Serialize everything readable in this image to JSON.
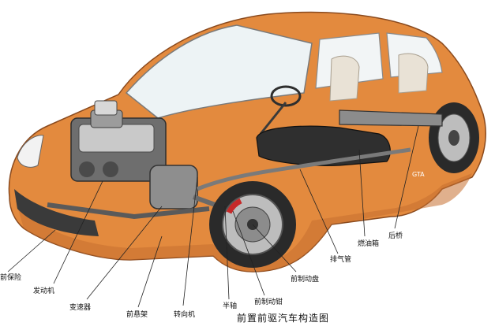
{
  "title": "前置前驱汽车构造图",
  "badge_text": "GTA",
  "colors": {
    "body": "#E38A3E",
    "body_dark": "#B8612A",
    "metal": "#9A9A9A",
    "tire": "#2A2A2A"
  },
  "labels": [
    {
      "id": "front-bumper",
      "text": "前保险"
    },
    {
      "id": "engine",
      "text": "发动机"
    },
    {
      "id": "transmission",
      "text": "变速器"
    },
    {
      "id": "front-suspension",
      "text": "前悬架"
    },
    {
      "id": "steering",
      "text": "转向机"
    },
    {
      "id": "half-shaft",
      "text": "半轴"
    },
    {
      "id": "brake-caliper",
      "text": "前制动钳"
    },
    {
      "id": "brake-disc",
      "text": "前制动盘"
    },
    {
      "id": "exhaust-pipe",
      "text": "排气管"
    },
    {
      "id": "fuel-tank",
      "text": "燃油箱"
    },
    {
      "id": "rear-axle",
      "text": "后桥"
    }
  ]
}
